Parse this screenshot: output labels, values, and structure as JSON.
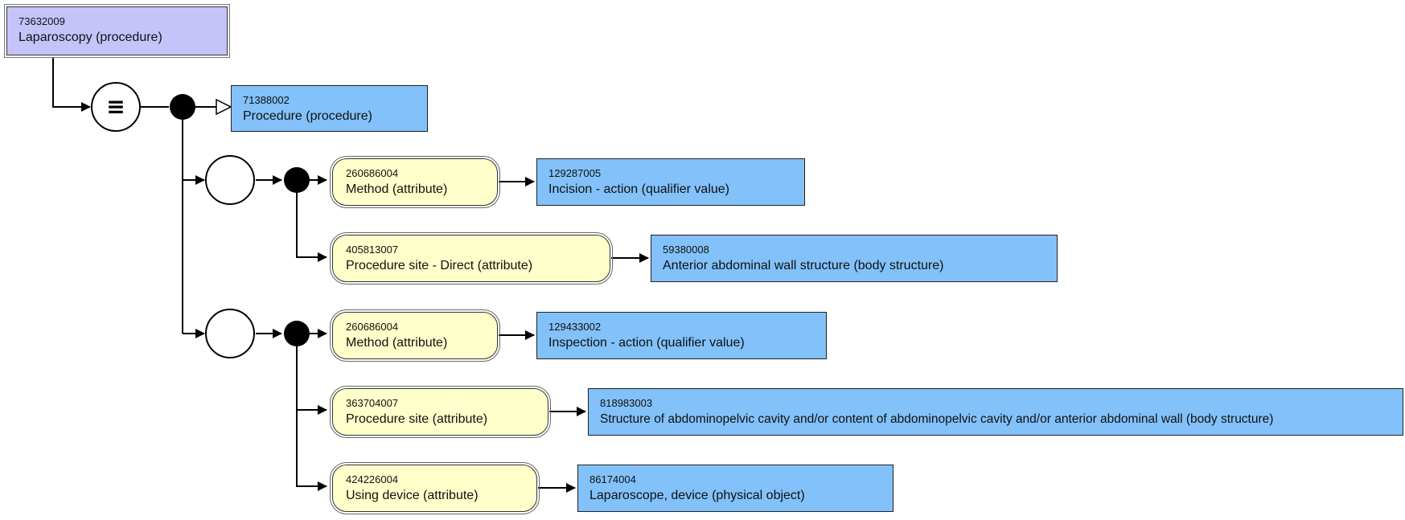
{
  "focus": {
    "code": "73632009",
    "term": "Laparoscopy (procedure)"
  },
  "parent": {
    "code": "71388002",
    "term": "Procedure (procedure)"
  },
  "definition_status_symbol": "≡",
  "groups": [
    {
      "relationships": [
        {
          "attribute": {
            "code": "260686004",
            "term": "Method (attribute)"
          },
          "value": {
            "code": "129287005",
            "term": "Incision - action (qualifier value)"
          }
        },
        {
          "attribute": {
            "code": "405813007",
            "term": "Procedure site - Direct (attribute)"
          },
          "value": {
            "code": "59380008",
            "term": "Anterior abdominal wall structure (body structure)"
          }
        }
      ]
    },
    {
      "relationships": [
        {
          "attribute": {
            "code": "260686004",
            "term": "Method (attribute)"
          },
          "value": {
            "code": "129433002",
            "term": "Inspection - action (qualifier value)"
          }
        },
        {
          "attribute": {
            "code": "363704007",
            "term": "Procedure site (attribute)"
          },
          "value": {
            "code": "818983003",
            "term": "Structure of abdominopelvic cavity and/or content of abdominopelvic cavity and/or anterior abdominal wall (body structure)"
          }
        },
        {
          "attribute": {
            "code": "424226004",
            "term": "Using device (attribute)"
          },
          "value": {
            "code": "86174004",
            "term": "Laparoscope, device (physical object)"
          }
        }
      ]
    }
  ]
}
